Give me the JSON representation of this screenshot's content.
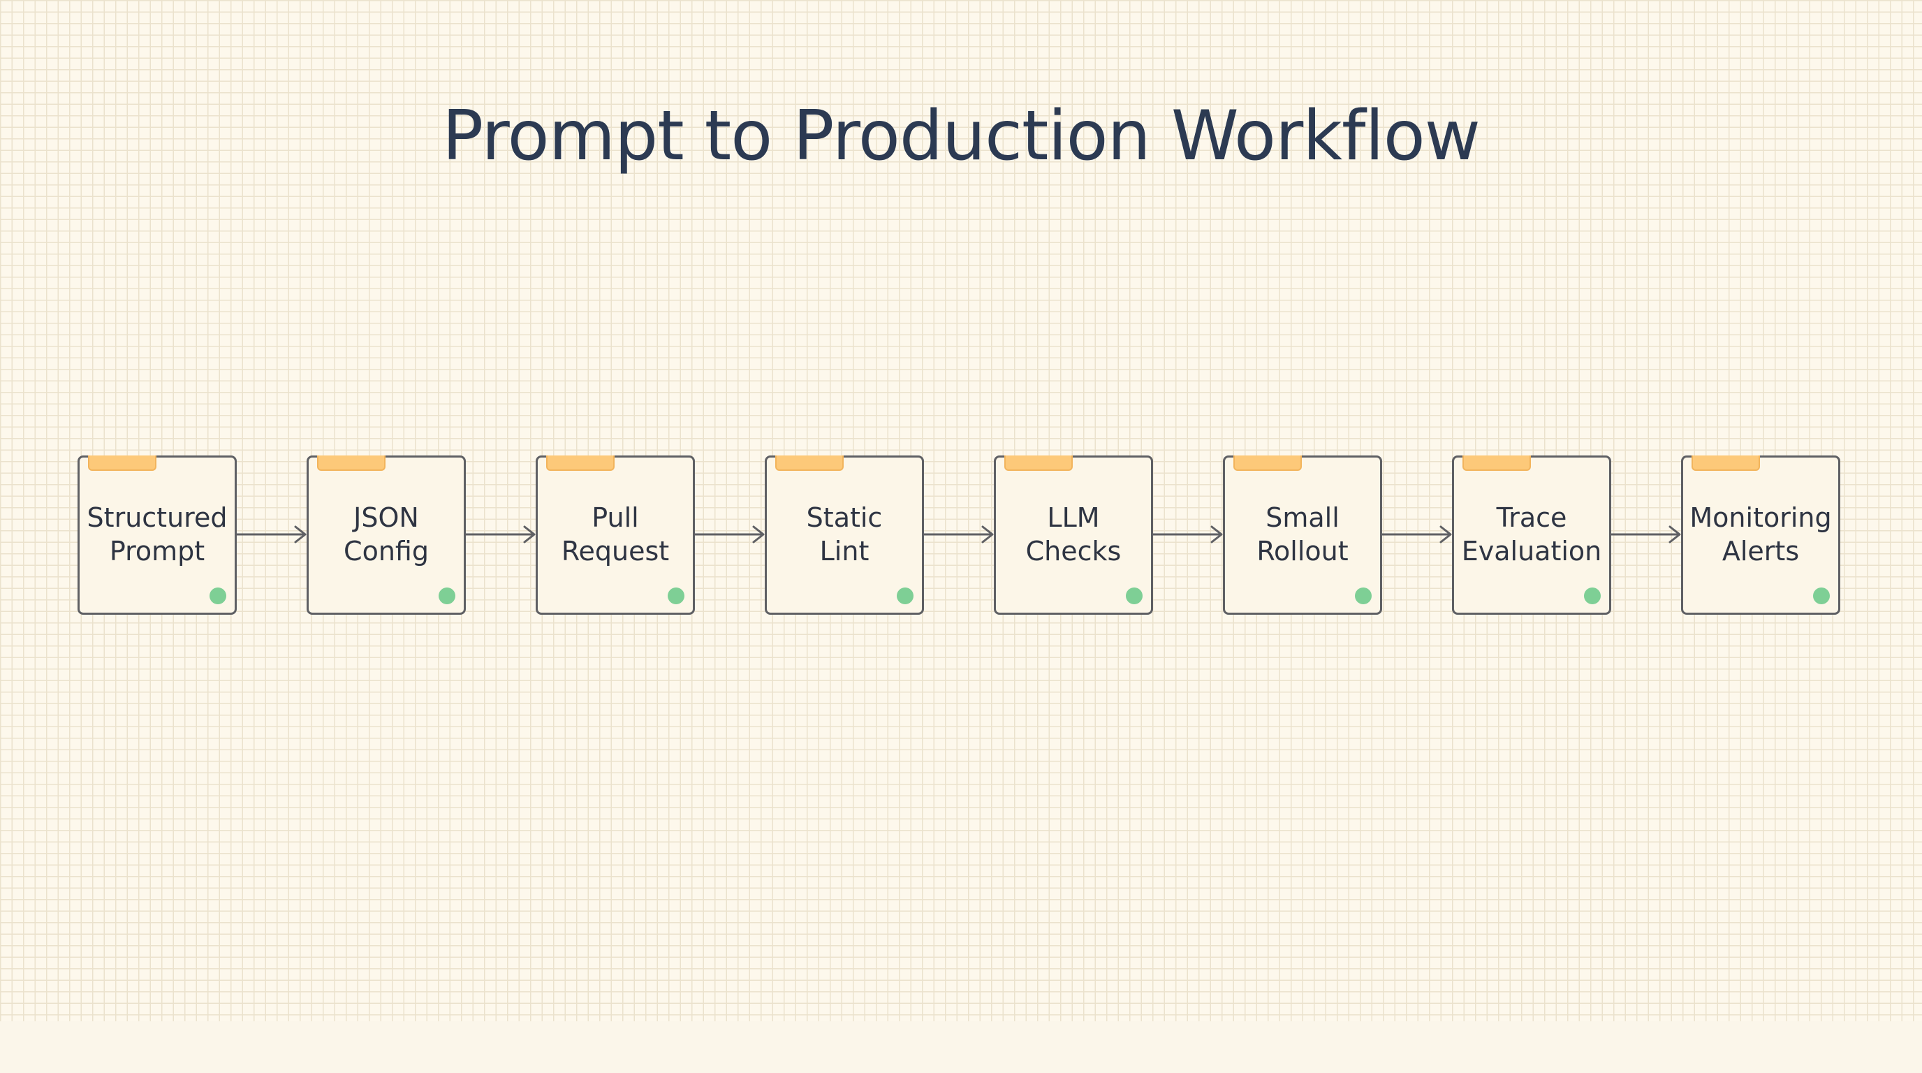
{
  "title": "Prompt to Production Workflow",
  "colors": {
    "background": "#fdf8ec",
    "grid_line": "#ebe2cd",
    "title_text": "#2c3a52",
    "node_border": "#5f6064",
    "node_fill": "#fcf6e8",
    "tab_fill": "#fdc979",
    "status_dot": "#7ecf95",
    "arrow": "#5f6064"
  },
  "steps": [
    {
      "lines": [
        "Structured",
        "Prompt"
      ],
      "status": "green"
    },
    {
      "lines": [
        "JSON",
        "Config"
      ],
      "status": "green"
    },
    {
      "lines": [
        "Pull",
        "Request"
      ],
      "status": "green"
    },
    {
      "lines": [
        "Static",
        "Lint"
      ],
      "status": "green"
    },
    {
      "lines": [
        "LLM",
        "Checks"
      ],
      "status": "green"
    },
    {
      "lines": [
        "Small",
        "Rollout"
      ],
      "status": "green"
    },
    {
      "lines": [
        "Trace",
        "Evaluation"
      ],
      "status": "green"
    },
    {
      "lines": [
        "Monitoring",
        "Alerts"
      ],
      "status": "green"
    }
  ]
}
